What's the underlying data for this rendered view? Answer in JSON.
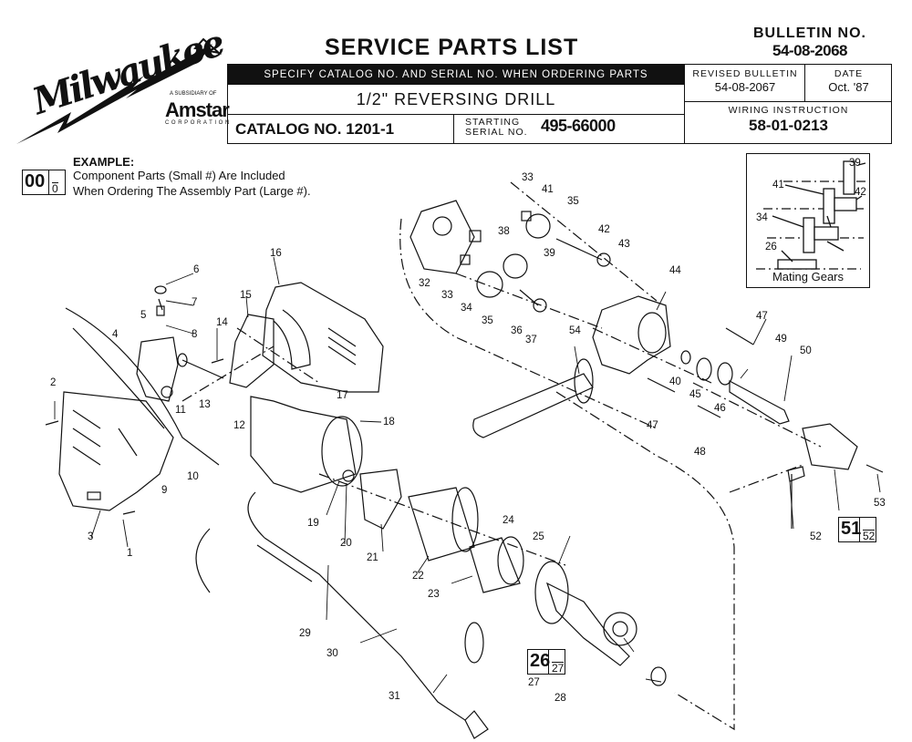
{
  "brand": {
    "logo_text": "Milwaukee",
    "subsidiary_text": "A SUBSIDIARY OF",
    "parent_name": "Amstar",
    "parent_suffix": "CORPORATION"
  },
  "header": {
    "title": "SERVICE PARTS LIST",
    "bulletin_label": "BULLETIN NO.",
    "bulletin_number": "54-08-2068",
    "order_notice": "SPECIFY CATALOG NO. AND SERIAL NO. WHEN ORDERING PARTS",
    "product_name": "1/2\" REVERSING DRILL",
    "catalog_label": "CATALOG NO. 1201-1",
    "serial_label_line1": "STARTING",
    "serial_label_line2": "SERIAL NO.",
    "serial_value": "495-66000",
    "revised_label": "REVISED BULLETIN",
    "revised_value": "54-08-2067",
    "date_label": "DATE",
    "date_value": "Oct. '87",
    "wiring_label": "WIRING INSTRUCTION",
    "wiring_value": "58-01-0213"
  },
  "example": {
    "heading": "EXAMPLE:",
    "line1": "Component Parts (Small #) Are Included",
    "line2": "When Ordering The Assembly Part (Large #).",
    "large": "00",
    "small": "0"
  },
  "mating_gears": {
    "caption": "Mating Gears",
    "labels": [
      "39",
      "41",
      "42",
      "34",
      "26"
    ]
  },
  "assemblies": [
    {
      "large": "51",
      "small": "52"
    },
    {
      "large": "26",
      "small": "27"
    }
  ],
  "callouts": [
    "1",
    "2",
    "3",
    "4",
    "5",
    "6",
    "7",
    "8",
    "9",
    "10",
    "11",
    "12",
    "13",
    "14",
    "15",
    "16",
    "17",
    "18",
    "19",
    "20",
    "21",
    "22",
    "23",
    "24",
    "25",
    "27",
    "28",
    "29",
    "30",
    "31",
    "32",
    "33",
    "33",
    "34",
    "35",
    "35",
    "36",
    "37",
    "38",
    "39",
    "40",
    "41",
    "42",
    "43",
    "44",
    "45",
    "46",
    "47",
    "47",
    "48",
    "49",
    "50",
    "52",
    "53",
    "54"
  ]
}
